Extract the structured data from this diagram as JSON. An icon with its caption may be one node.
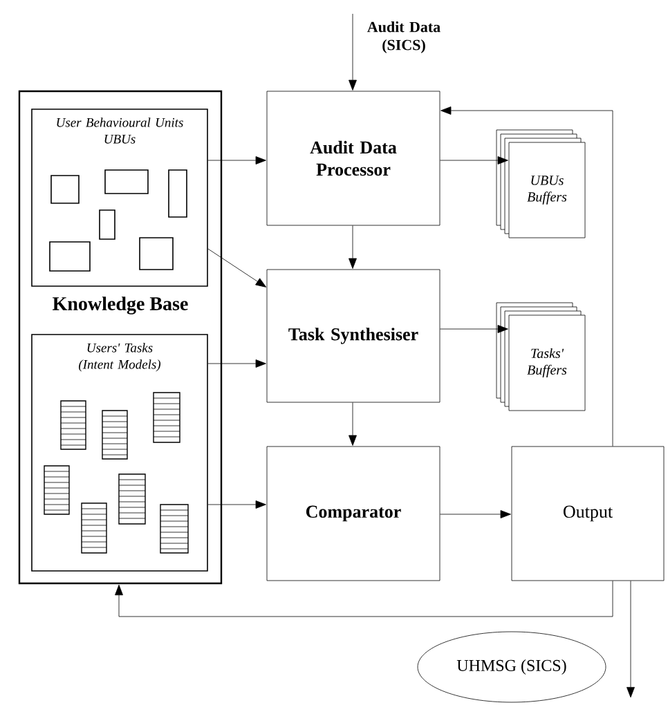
{
  "diagram": {
    "nodes": [
      {
        "text": [
          "Knowledge Base"
        ]
      },
      {
        "text": [
          "User Behavioural Units",
          "UBUs"
        ],
        "in": 0
      },
      {
        "text": [
          "Users' Tasks",
          "(Intent Models)"
        ],
        "in": 0
      },
      {
        "text": [
          "Audit Data Processor"
        ]
      },
      {
        "text": [
          "Task Synthesiser"
        ]
      },
      {
        "text": [
          "Comparator"
        ]
      },
      {
        "text": [
          "Output"
        ]
      },
      {
        "text": [
          "UBUs Buffers"
        ]
      },
      {
        "text": [
          "Tasks' Buffers"
        ]
      },
      {
        "text": [
          "UHMSG (SICS)"
        ]
      }
    ],
    "edges": [
      {
        "from": 1,
        "to": 3,
        "arrow": "to"
      },
      {
        "from": 1,
        "to": 4,
        "arrow": "to"
      },
      {
        "from": 2,
        "to": 4,
        "arrow": "to"
      },
      {
        "from": 2,
        "to": 5,
        "arrow": "to"
      },
      {
        "from": null,
        "to": 3,
        "arrow": "to",
        "label": "Audit Data (SICS)"
      },
      {
        "from": 3,
        "to": 4,
        "arrow": "to"
      },
      {
        "from": 4,
        "to": 5,
        "arrow": "to"
      },
      {
        "from": 3,
        "to": 7,
        "arrow": "to"
      },
      {
        "from": 4,
        "to": 8,
        "arrow": "to"
      },
      {
        "from": 5,
        "to": 6,
        "arrow": "to"
      },
      {
        "from": 6,
        "to": 3,
        "arrow": "to"
      },
      {
        "from": 6,
        "to": 0,
        "arrow": "to"
      },
      {
        "from": 6,
        "to": null,
        "arrow": "to"
      }
    ]
  }
}
